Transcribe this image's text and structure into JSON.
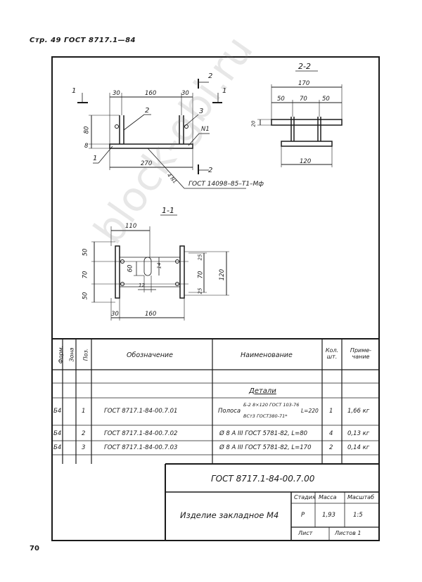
{
  "header": {
    "text": "Стр. 49 ГОСТ 8717.1—84"
  },
  "page_number": "70",
  "watermark": "block-gbi.ru",
  "drawing": {
    "front": {
      "dims": {
        "d30a": "30",
        "d160": "160",
        "d30b": "30",
        "d80": "80",
        "d8": "8",
        "d270": "270"
      },
      "callouts": {
        "c1": "1",
        "c2": "2",
        "c3": "3",
        "n1": "N1",
        "n1b": "4 N1",
        "weld": "ГОСТ 14098–85–Т1–Мф"
      },
      "section_marks": {
        "s1l": "1",
        "s1r": "1",
        "s2t": "2",
        "s2b": "2"
      }
    },
    "section22": {
      "title": "2-2",
      "dims": {
        "d170": "170",
        "d50a": "50",
        "d70": "70",
        "d50b": "50",
        "d20": "20",
        "d120": "120"
      }
    },
    "section11": {
      "title": "1-1",
      "dims": {
        "d110": "110",
        "d50a": "50",
        "d70": "70",
        "d50b": "50",
        "d60": "60",
        "d14": "14",
        "d12": "12",
        "d25a": "25",
        "d70r": "70",
        "d25b": "25",
        "d120": "120",
        "d30": "30",
        "d160": "160"
      }
    }
  },
  "spec_table": {
    "headers": [
      "Форм.",
      "Зона",
      "Поз.",
      "Обозначение",
      "Наименование",
      "Кол. шт.",
      "Приме-чание"
    ],
    "section_title": "Детали",
    "rows": [
      {
        "format": "Б4",
        "pos": "1",
        "designation": "ГОСТ 8717.1-84-00.7.01",
        "name_prefix": "Полоса",
        "name_top": "Б-2 8×120 ГОСТ 103-76",
        "name_bottom": "ВСт3 ГОСТ380-71*",
        "name_suffix": "L=220",
        "qty": "1",
        "note": "1,66 кг"
      },
      {
        "format": "Б4",
        "pos": "2",
        "designation": "ГОСТ 8717.1-84-00.7.02",
        "name": "Ø 8 А III ГОСТ 5781-82, L=80",
        "qty": "4",
        "note": "0,13 кг"
      },
      {
        "format": "Б4",
        "pos": "3",
        "designation": "ГОСТ 8717.1-84-00.7.03",
        "name": "Ø 8 А III ГОСТ 5781-82, L=170",
        "qty": "2",
        "note": "0,14 кг"
      }
    ]
  },
  "title_block": {
    "code": "ГОСТ 8717.1-84-00.7.00",
    "product": "Изделие закладное М4",
    "stage_label": "Стадия",
    "mass_label": "Масса",
    "scale_label": "Масштаб",
    "stage": "Р",
    "mass": "1,93",
    "scale": "1:5",
    "sheet_label": "Лист",
    "sheets_label": "Листов 1"
  }
}
